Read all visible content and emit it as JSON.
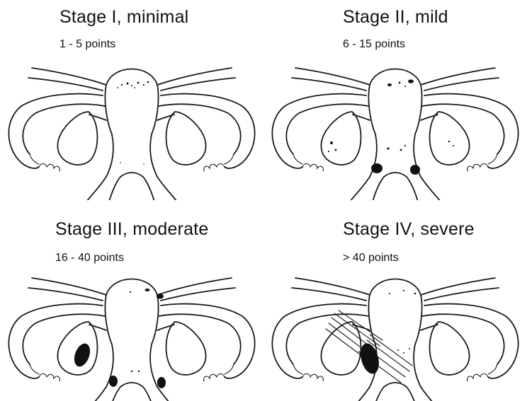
{
  "stages": [
    {
      "title": "Stage I, minimal",
      "points": "1 - 5 points"
    },
    {
      "title": "Stage II, mild",
      "points": "6 - 15 points"
    },
    {
      "title": "Stage III, moderate",
      "points": "16 - 40 points"
    },
    {
      "title": "Stage IV, severe",
      "points": "> 40 points"
    }
  ]
}
